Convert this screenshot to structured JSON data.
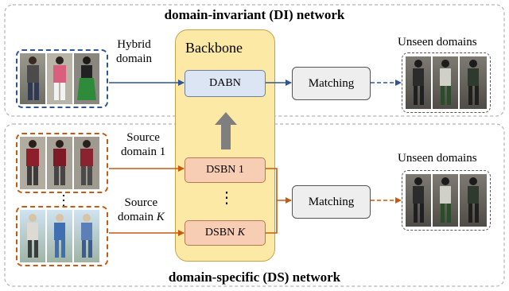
{
  "di_network": {
    "title": "domain-invariant (DI) network",
    "input_label_line1": "Hybrid",
    "input_label_line2": "domain",
    "output_label": "Unseen domains"
  },
  "ds_network": {
    "title": "domain-specific  (DS) network",
    "source1_label_line1": "Source",
    "source1_label_line2": "domain 1",
    "sourceK_label_line1": "Source",
    "sourceK_label_line2_prefix": "domain ",
    "sourceK_label_line2_var": "K",
    "output_label": "Unseen domains"
  },
  "backbone": {
    "title": "Backbone",
    "dabn": "DABN",
    "dsbn1": "DSBN 1",
    "dsbnK_prefix": "DSBN ",
    "dsbnK_var": "K",
    "ellipsis": "⋮"
  },
  "matching_label": "Matching",
  "vertical_dots": "⋮",
  "colors": {
    "di_arrow": "#2f5597",
    "ds_arrow": "#c55a11",
    "dabn_fill": "#dbe5f4",
    "dsbn_fill": "#f7cdb4",
    "backbone_fill": "#fde9a6",
    "matching_fill": "#eeeeee",
    "up_arrow": "#7f7f7f"
  }
}
